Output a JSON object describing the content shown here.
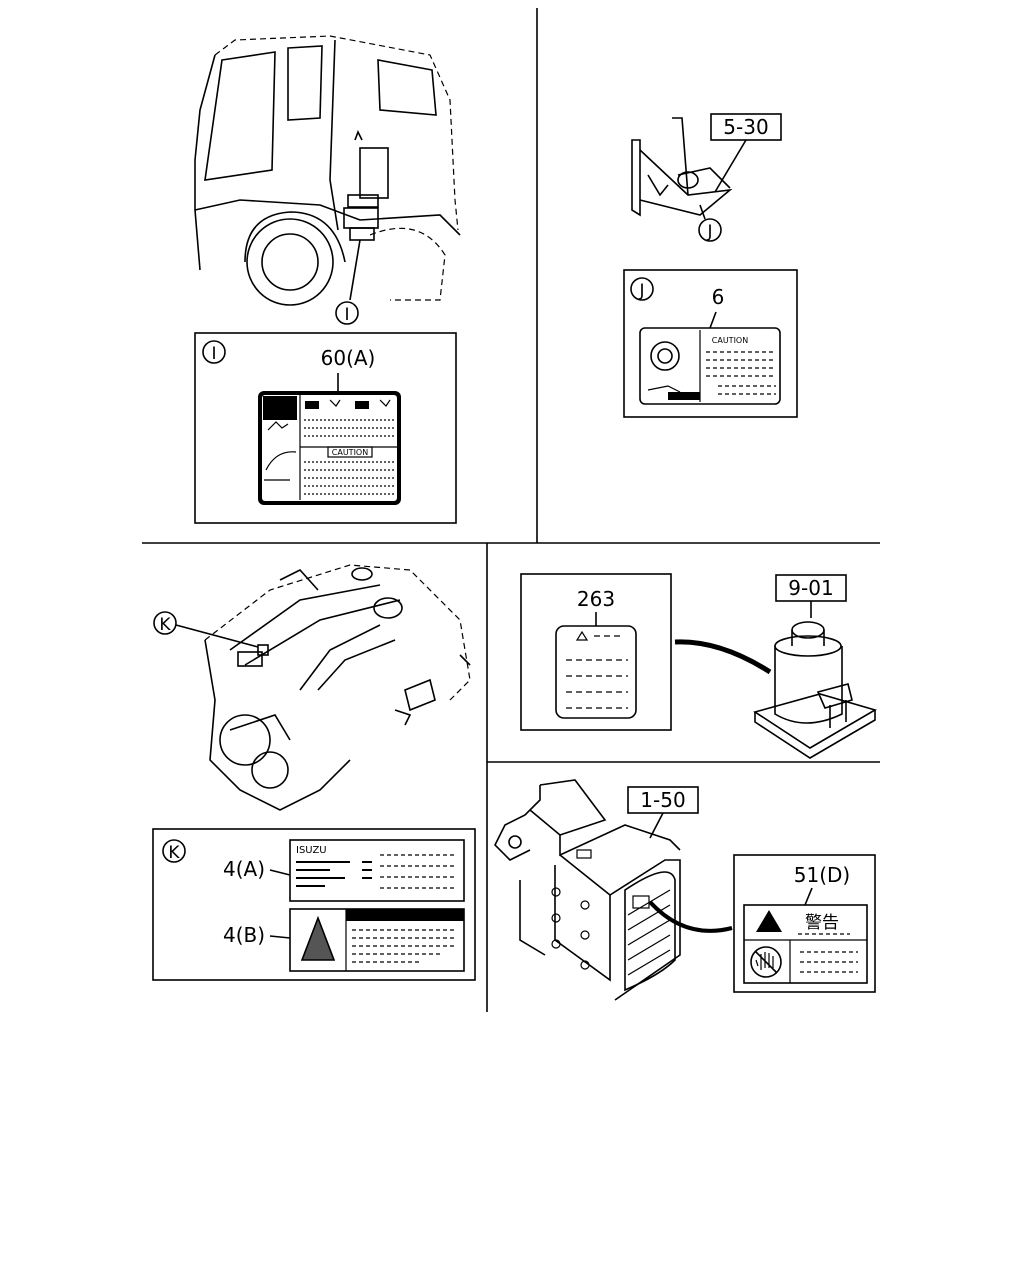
{
  "refs": {
    "i": "I",
    "j": "J",
    "k": "K"
  },
  "labels": {
    "label_60a": "60(A)",
    "label_5_30": "5-30",
    "label_6": "6",
    "caution": "CAUTION",
    "label_263": "263",
    "label_9_01": "9-01",
    "label_1_50": "1-50",
    "label_51d": "51(D)",
    "label_4a": "4(A)",
    "label_4b": "4(B)",
    "isuzu": "ISUZU",
    "warning_kanji": "警告"
  },
  "colors": {
    "line": "#000000",
    "background": "#ffffff"
  },
  "icons": {
    "warning": "warning-triangle-icon",
    "hand": "no-touch-hand-icon"
  }
}
